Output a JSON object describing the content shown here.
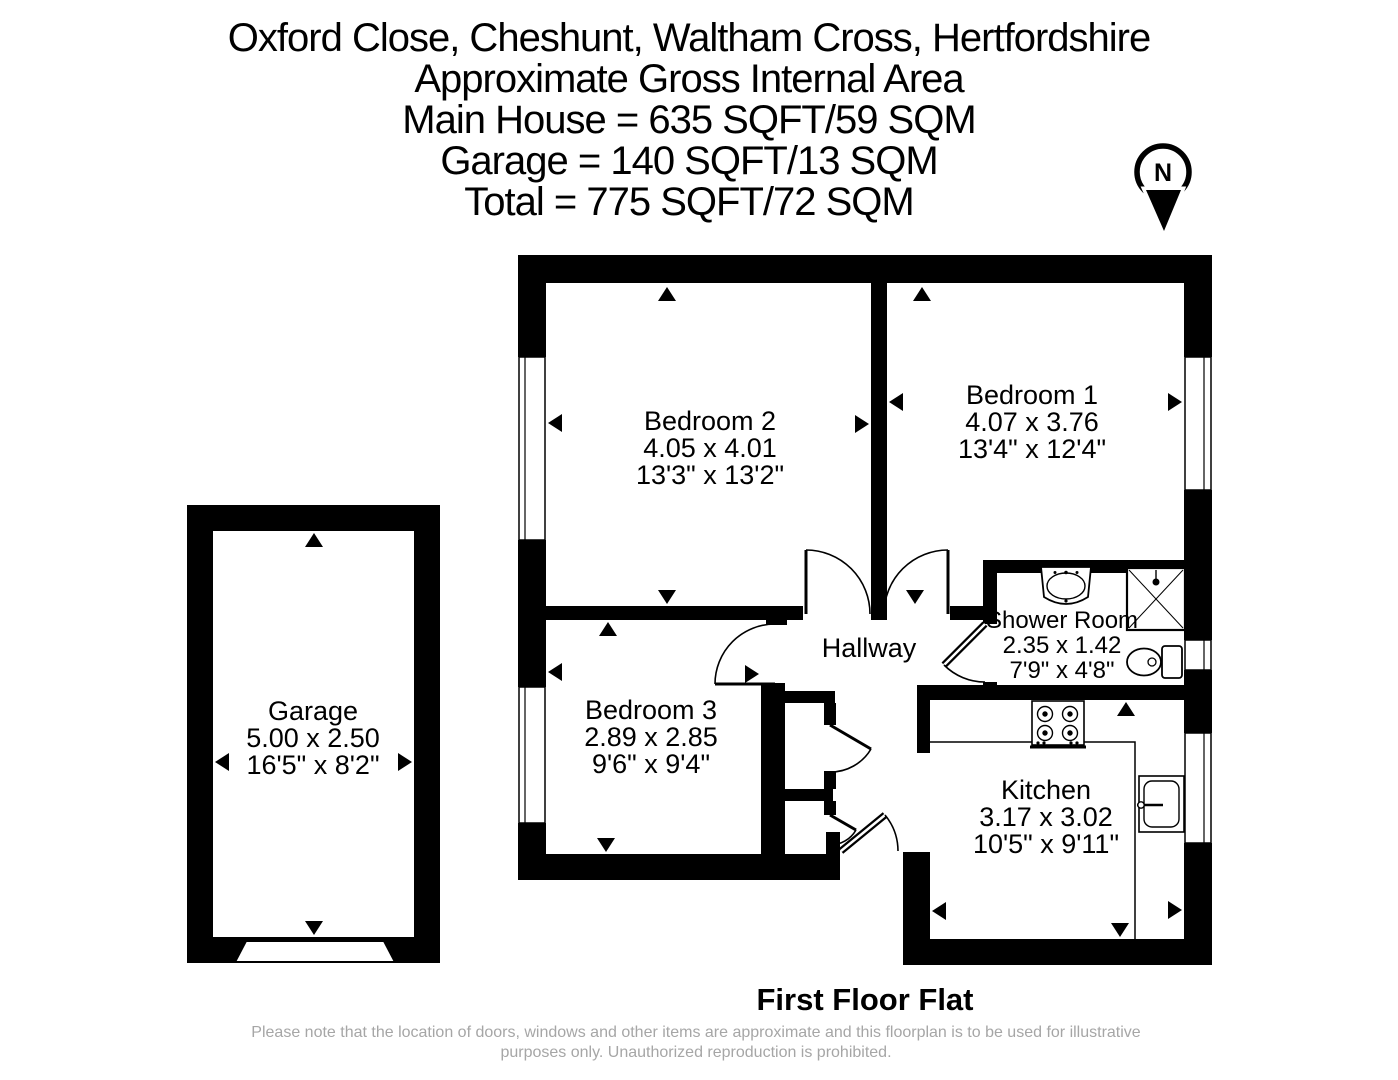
{
  "title": {
    "lines": [
      "Oxford Close, Cheshunt, Waltham Cross, Hertfordshire",
      "Approximate Gross Internal Area",
      "Main House = 635 SQFT/59 SQM",
      "Garage = 140 SQFT/13 SQM",
      "Total = 775 SQFT/72 SQM"
    ]
  },
  "compass": {
    "label": "N"
  },
  "rooms": {
    "bedroom1": {
      "name": "Bedroom 1",
      "metric": "4.07 x 3.76",
      "imperial": "13'4\" x 12'4\""
    },
    "bedroom2": {
      "name": "Bedroom 2",
      "metric": "4.05 x 4.01",
      "imperial": "13'3\" x 13'2\""
    },
    "bedroom3": {
      "name": "Bedroom 3",
      "metric": "2.89 x 2.85",
      "imperial": "9'6\" x 9'4\""
    },
    "shower_room": {
      "name": "Shower Room",
      "metric": "2.35 x 1.42",
      "imperial": "7'9\" x 4'8\""
    },
    "kitchen": {
      "name": "Kitchen",
      "metric": "3.17 x 3.02",
      "imperial": "10'5\" x 9'11\""
    },
    "garage": {
      "name": "Garage",
      "metric": "5.00 x 2.50",
      "imperial": "16'5\" x 8'2\""
    },
    "hallway": {
      "name": "Hallway"
    }
  },
  "footer": {
    "floor_label": "First Floor Flat",
    "disclaimer_line1": "Please note that the location of doors, windows and other items are approximate and this floorplan is to be used for illustrative",
    "disclaimer_line2": "purposes only. Unauthorized reproduction is prohibited."
  },
  "colors": {
    "wall": "#000000",
    "background": "#ffffff",
    "disclaimer_text": "#a6a6a6"
  }
}
